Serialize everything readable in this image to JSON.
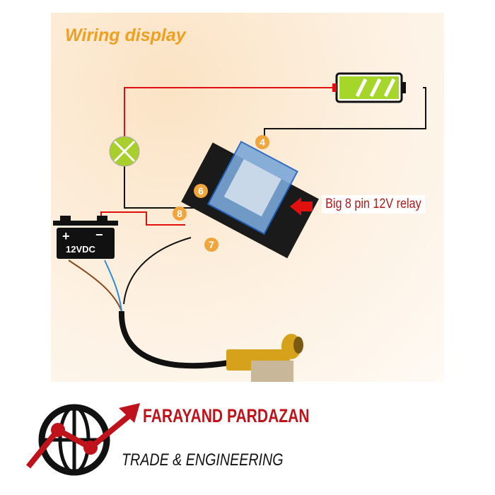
{
  "title": "Wiring display",
  "relay_label": "Big 8 pin 12V relay",
  "battery_label": "12VDC",
  "battery_plus": "+",
  "battery_minus": "−",
  "pins": [
    "4",
    "6",
    "8",
    "7"
  ],
  "brand": {
    "name": "FARAYAND PARDAZAN",
    "tagline": "TRADE & ENGINEERING"
  },
  "colors": {
    "wire_red": "#e01010",
    "wire_black": "#111111",
    "lamp": "#a8cf2e",
    "battery": "#a6d62a",
    "brand_red": "#c0121a"
  }
}
